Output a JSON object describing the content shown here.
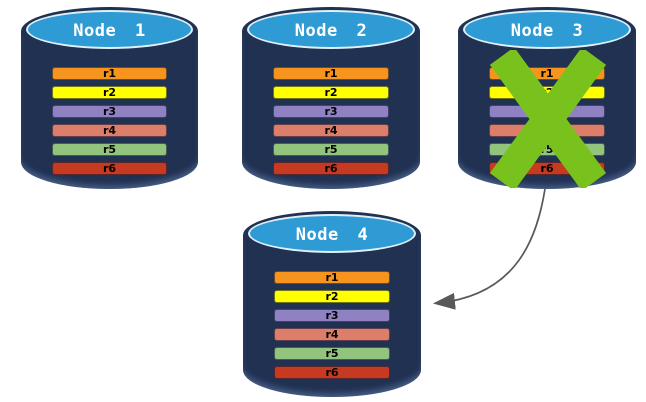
{
  "colors": {
    "cylinder_body": "#203152",
    "cylinder_top": "#2F9BD4",
    "title_text": "#FFFFFF",
    "replica_text": "#000000",
    "failure_x": "#79C21D",
    "arrow": "#595959",
    "background": "#FFFFFF"
  },
  "replicas": [
    {
      "label": "r1",
      "color": "#F7941E"
    },
    {
      "label": "r2",
      "color": "#FFFF00"
    },
    {
      "label": "r3",
      "color": "#9081C3"
    },
    {
      "label": "r4",
      "color": "#DD7E6B"
    },
    {
      "label": "r5",
      "color": "#93C47D"
    },
    {
      "label": "r6",
      "color": "#C53A21"
    }
  ],
  "nodes": [
    {
      "title": "Node 1",
      "status": "active"
    },
    {
      "title": "Node 2",
      "status": "active"
    },
    {
      "title": "Node 3",
      "status": "failed"
    },
    {
      "title": "Node 4",
      "status": "active"
    }
  ],
  "arrow": {
    "from": "Node 3",
    "to": "Node 4"
  }
}
